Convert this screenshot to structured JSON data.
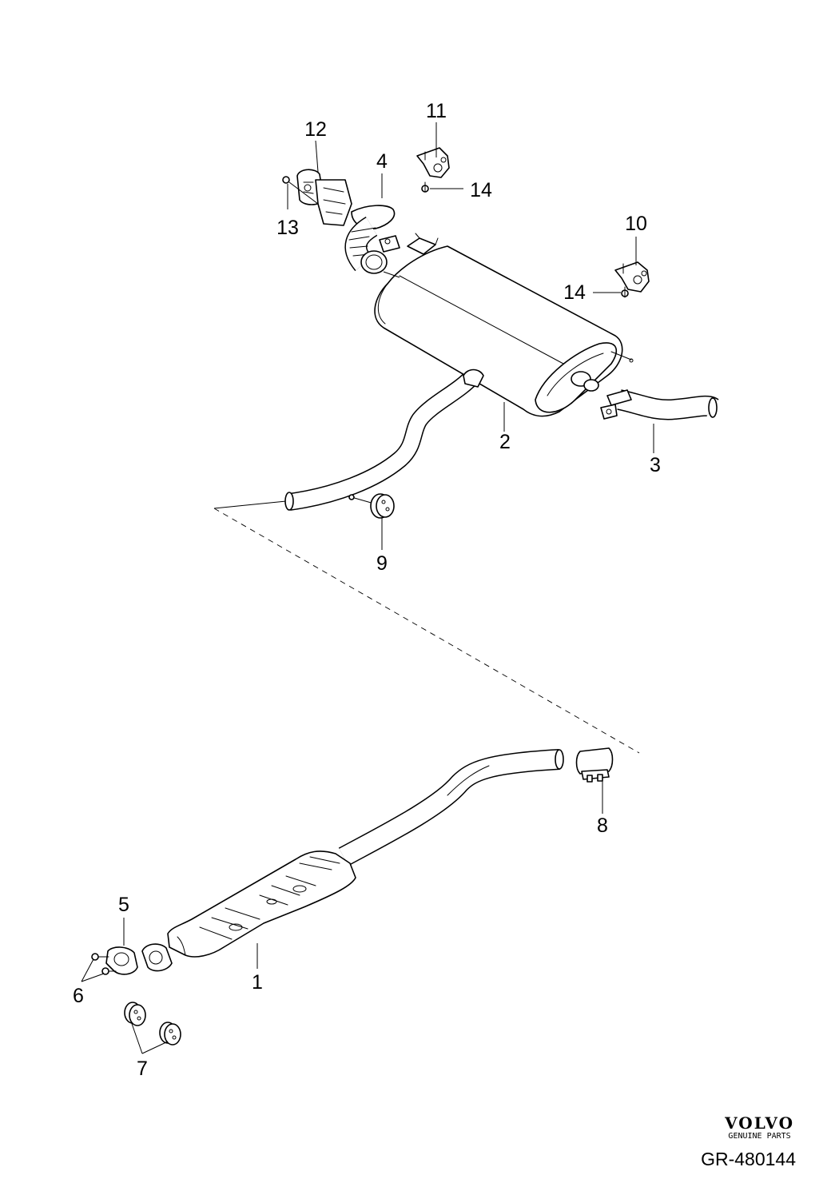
{
  "callouts": {
    "c1": "1",
    "c2": "2",
    "c3": "3",
    "c4": "4",
    "c5": "5",
    "c6": "6",
    "c7": "7",
    "c8": "8",
    "c9": "9",
    "c10": "10",
    "c11": "11",
    "c12": "12",
    "c13": "13",
    "c14a": "14",
    "c14b": "14"
  },
  "brand": {
    "logo": "VOLVO",
    "tagline": "GENUINE PARTS"
  },
  "reference": "GR-480144",
  "colors": {
    "line": "#000000",
    "background": "#ffffff"
  }
}
